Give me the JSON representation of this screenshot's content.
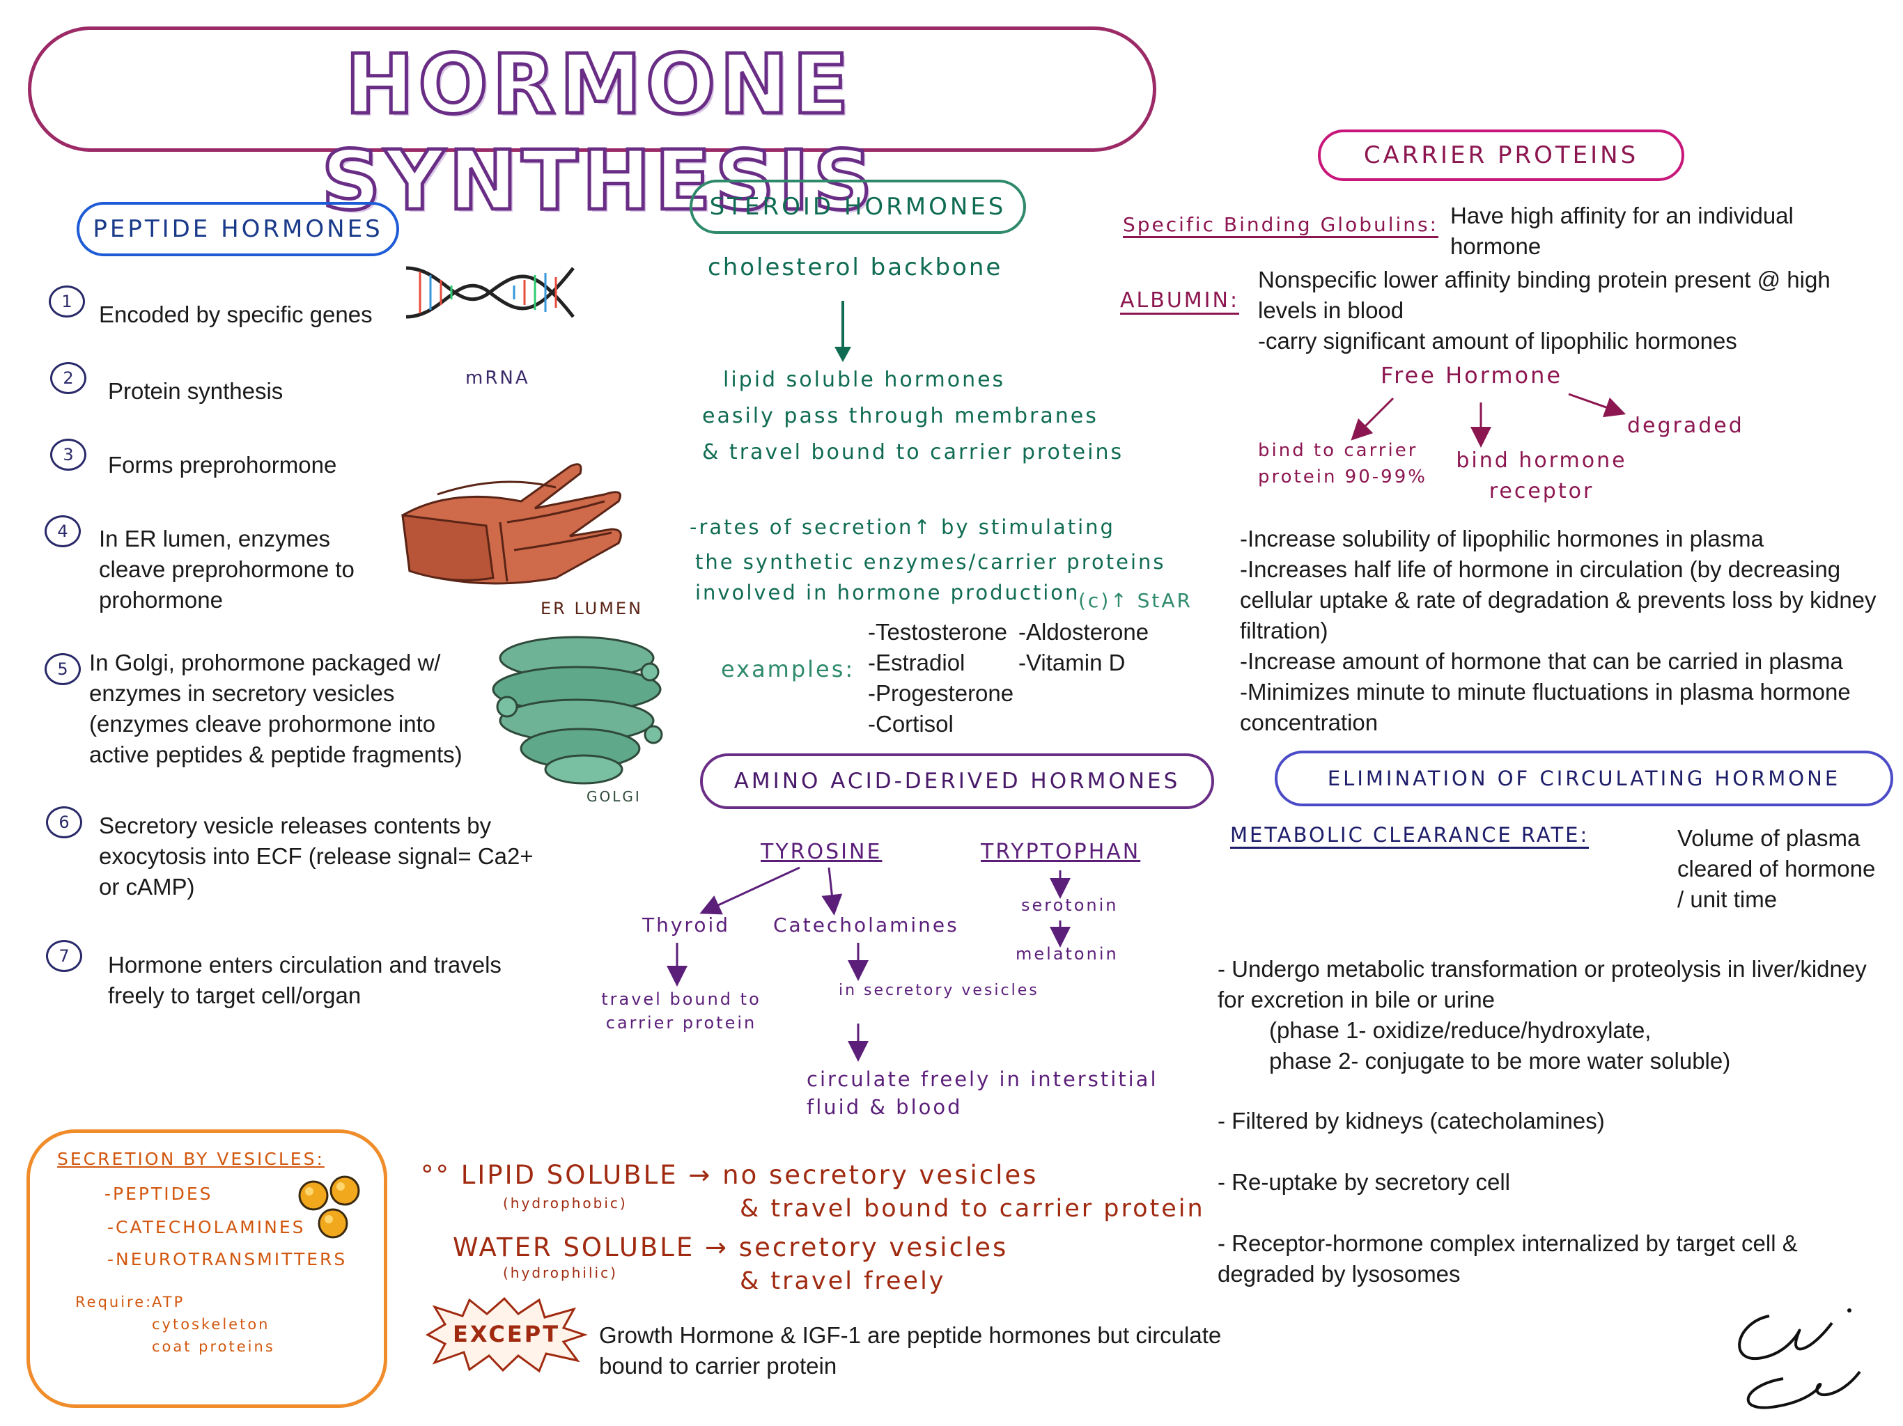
{
  "title": "HORMONE SYNTHESIS",
  "peptide": {
    "heading": "PEPTIDE HORMONES",
    "steps": [
      {
        "num": "1",
        "text": "Encoded by specific genes"
      },
      {
        "num": "2",
        "text": "Protein synthesis"
      },
      {
        "num": "3",
        "text": "Forms preprohormone"
      },
      {
        "num": "4",
        "text": "In ER lumen, enzymes cleave preprohormone to prohormone"
      },
      {
        "num": "5",
        "text": "In Golgi, prohormone packaged w/ enzymes in secretory vesicles (enzymes cleave prohormone into active peptides & peptide fragments)"
      },
      {
        "num": "6",
        "text": "Secretory vesicle releases contents by exocytosis into ECF (release signal= Ca2+ or cAMP)"
      },
      {
        "num": "7",
        "text": "Hormone enters circulation and travels freely to target cell/organ"
      }
    ],
    "mrna_label": "mRNA",
    "er_label": "ER LUMEN",
    "golgi_label": "GOLGI"
  },
  "steroid": {
    "heading": "STEROID HORMONES",
    "backbone": "cholesterol backbone",
    "lines": [
      "lipid soluble hormones",
      "easily pass through membranes",
      "& travel bound to carrier proteins"
    ],
    "rates": [
      "-rates of secretion↑ by stimulating",
      "the synthetic enzymes/carrier proteins",
      "involved in hormone production"
    ],
    "star": "(c)↑ StAR",
    "examples_label": "examples:",
    "examples_col1": [
      "-Testosterone",
      "-Estradiol",
      "-Progesterone",
      "-Cortisol"
    ],
    "examples_col2": [
      "-Aldosterone",
      "-Vitamin D"
    ]
  },
  "carrier": {
    "heading": "CARRIER PROTEINS",
    "sbg_label": "Specific Binding Globulins:",
    "sbg_text": "Have high affinity for an individual hormone",
    "albumin_label": "ALBUMIN:",
    "albumin_text1": "Nonspecific lower affinity binding protein present @ high levels in blood",
    "albumin_text2": "-carry significant amount of lipophilic hormones",
    "free_hormone": "Free Hormone",
    "bind_carrier": "bind to carrier protein 90-99%",
    "bind_receptor": "bind hormone receptor",
    "degraded": "degraded",
    "benefits": [
      "-Increase solubility of lipophilic hormones in plasma",
      "-Increases half life of hormone in circulation (by decreasing cellular uptake & rate of degradation & prevents loss by kidney filtration)",
      "-Increase amount of hormone that can be carried in plasma",
      "-Minimizes minute to minute fluctuations in plasma hormone concentration"
    ]
  },
  "amino": {
    "heading": "AMINO ACID-DERIVED HORMONES",
    "tyrosine": "TYROSINE",
    "tryptophan": "TRYPTOPHAN",
    "thyroid": "Thyroid",
    "catecholamines": "Catecholamines",
    "serotonin": "serotonin",
    "melatonin": "melatonin",
    "thyroid_travel": "travel bound to carrier protein",
    "vesicles": "in secretory vesicles",
    "circulate": "circulate freely in interstitial fluid & blood"
  },
  "elimination": {
    "heading": "ELIMINATION OF CIRCULATING HORMONE",
    "mcr_label": "METABOLIC CLEARANCE RATE:",
    "mcr_text": "Volume of plasma cleared of hormone / unit time",
    "p1": "- Undergo metabolic transformation or proteolysis in liver/kidney for excretion in bile or urine",
    "p1a": "(phase 1- oxidize/reduce/hydroxylate,",
    "p1b": "phase 2- conjugate to be more water soluble)",
    "p2": "- Filtered by kidneys (catecholamines)",
    "p3": "- Re-uptake by secretory cell",
    "p4": "- Receptor-hormone complex internalized by target cell & degraded by lysosomes"
  },
  "secretion": {
    "heading": "SECRETION BY VESICLES:",
    "items": [
      "-PEPTIDES",
      "-CATECHOLAMINES",
      "-NEUROTRANSMITTERS"
    ],
    "require_label": "Require:",
    "require_items": [
      "ATP",
      "cytoskeleton",
      "coat proteins"
    ]
  },
  "solubility": {
    "lipid": "°° LIPID SOLUBLE → no secretory vesicles",
    "lipid_note": "(hydrophobic)",
    "lipid_2": "& travel bound to carrier protein",
    "water": "WATER SOLUBLE → secretory vesicles",
    "water_note": "(hydrophilic)",
    "water_2": "& travel freely"
  },
  "except": {
    "badge": "EXCEPT",
    "text": "Growth Hormone & IGF-1 are peptide hormones but circulate bound to carrier protein"
  },
  "colors": {
    "title_outline": "#9b2a66",
    "peptide": "#1e5bd6",
    "steroid": "#2f8a6b",
    "carrier": "#c8177a",
    "amino": "#6a2d86",
    "elimination": "#4b4bc7",
    "secretion": "#f08c2a",
    "er": "#d9684a",
    "golgi": "#5fa98a"
  }
}
